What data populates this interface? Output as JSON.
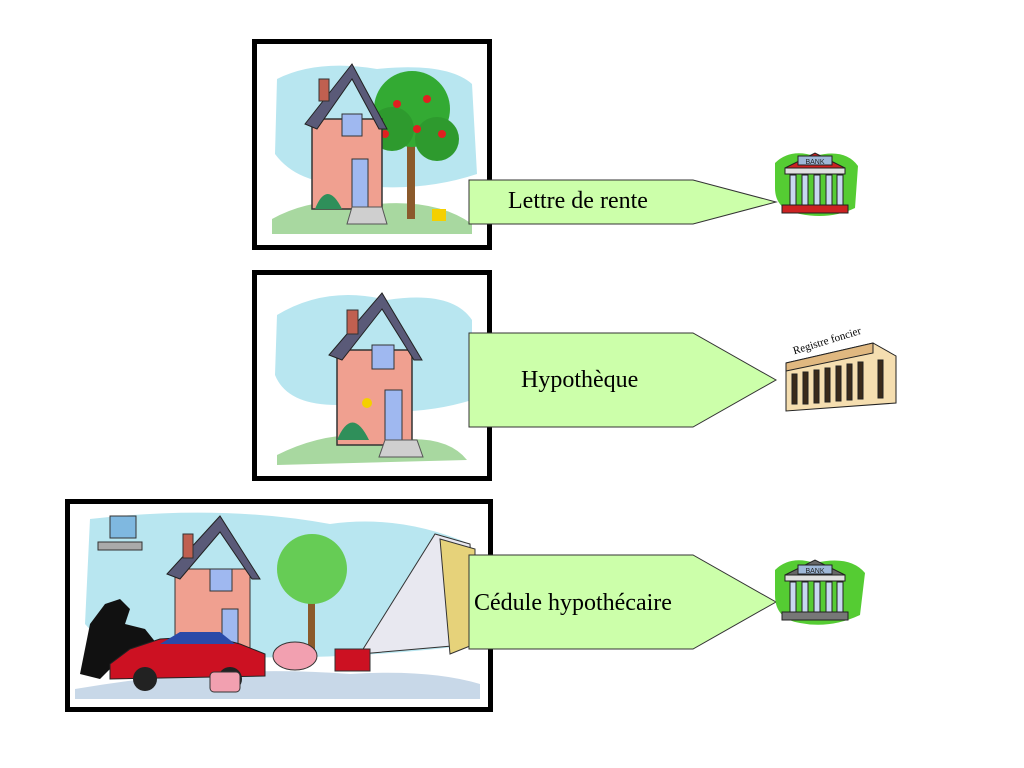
{
  "rows": [
    {
      "label": "Lettre de rente",
      "target_icon": "bank-icon",
      "target_text": "BANK"
    },
    {
      "label": "Hypothèque",
      "target_icon": "land-registry-building-icon",
      "target_text": "Registre foncier"
    },
    {
      "label": "Cédule hypothécaire",
      "target_icon": "bank-icon",
      "target_text": "BANK"
    }
  ],
  "colors": {
    "arrow_fill": "#ccffaa",
    "frame_border": "#000000",
    "house_wall": "#f0a090",
    "roof": "#5a5a78",
    "sky": "#b8e6f0",
    "tree": "#33aa33"
  },
  "icons": [
    "house-icon",
    "apple-tree-icon",
    "car-icon",
    "horse-icon",
    "computer-icon",
    "piggy-bank-icon",
    "pram-icon",
    "collapsed-building-icon",
    "bank-icon",
    "land-registry-building-icon"
  ]
}
